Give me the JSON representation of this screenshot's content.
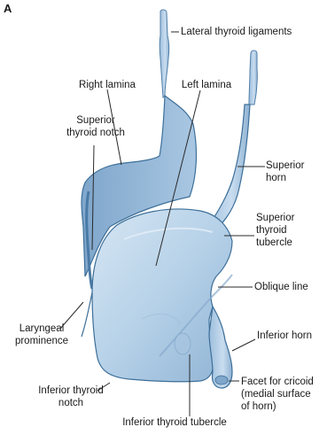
{
  "panel_letter": "A",
  "labels": {
    "lateral_thyroid_ligaments": "Lateral thyroid ligaments",
    "right_lamina": "Right lamina",
    "left_lamina": "Left lamina",
    "superior_thyroid_notch": "Superior\nthyroid notch",
    "superior_horn": "Superior\nhorn",
    "superior_thyroid_tubercle": "Superior\nthyroid\ntubercle",
    "oblique_line": "Oblique line",
    "inferior_horn": "Inferior horn",
    "laryngeal_prominence": "Laryngeal\nprominence",
    "facet_for_cricoid": "Facet for cricoid\n(medial surface\nof horn)",
    "inferior_thyroid_notch": "Inferior thyroid\nnotch",
    "inferior_thyroid_tubercle": "Inferior thyroid tubercle"
  },
  "colors": {
    "cartilage_fill": "#b4d0e8",
    "cartilage_light": "#d8e8f4",
    "cartilage_dark": "#6f98bf",
    "outline": "#3d6f99",
    "leader": "#2a2a2a"
  }
}
